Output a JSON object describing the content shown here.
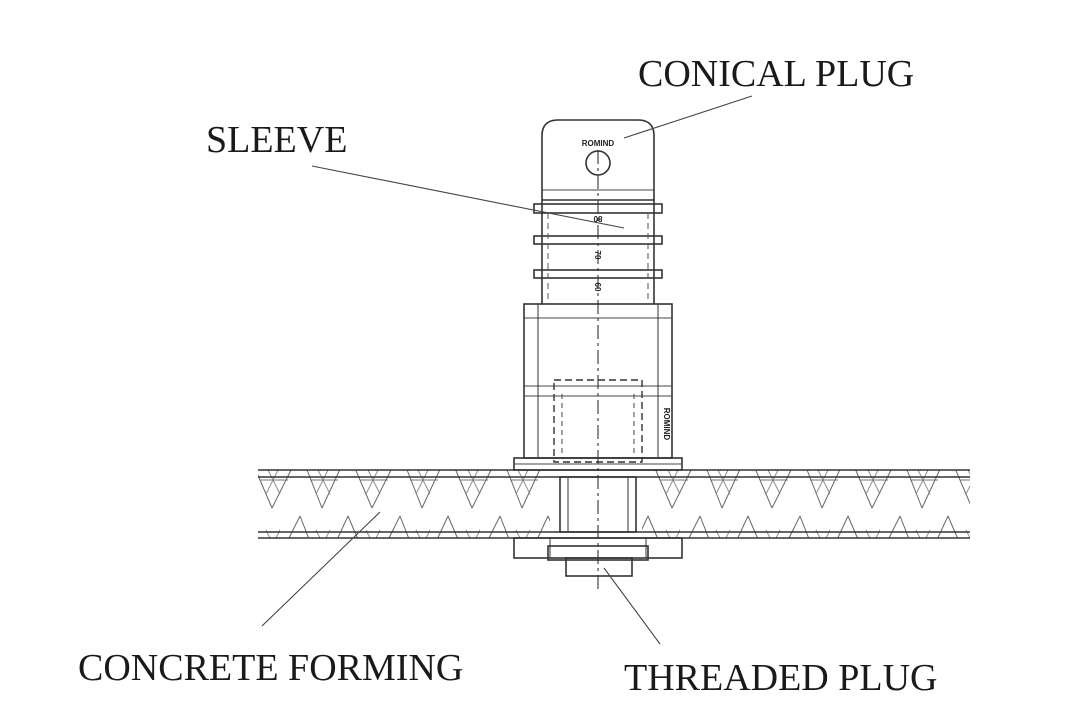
{
  "labels": {
    "conical_plug": "CONICAL PLUG",
    "sleeve": "SLEEVE",
    "concrete_forming": "CONCRETE FORMING",
    "threaded_plug": "THREADED PLUG"
  },
  "markings": {
    "brand_top": "ROMIND",
    "scale_80": "80",
    "scale_70": "70",
    "scale_60": "60",
    "brand_side": "ROMIND"
  }
}
